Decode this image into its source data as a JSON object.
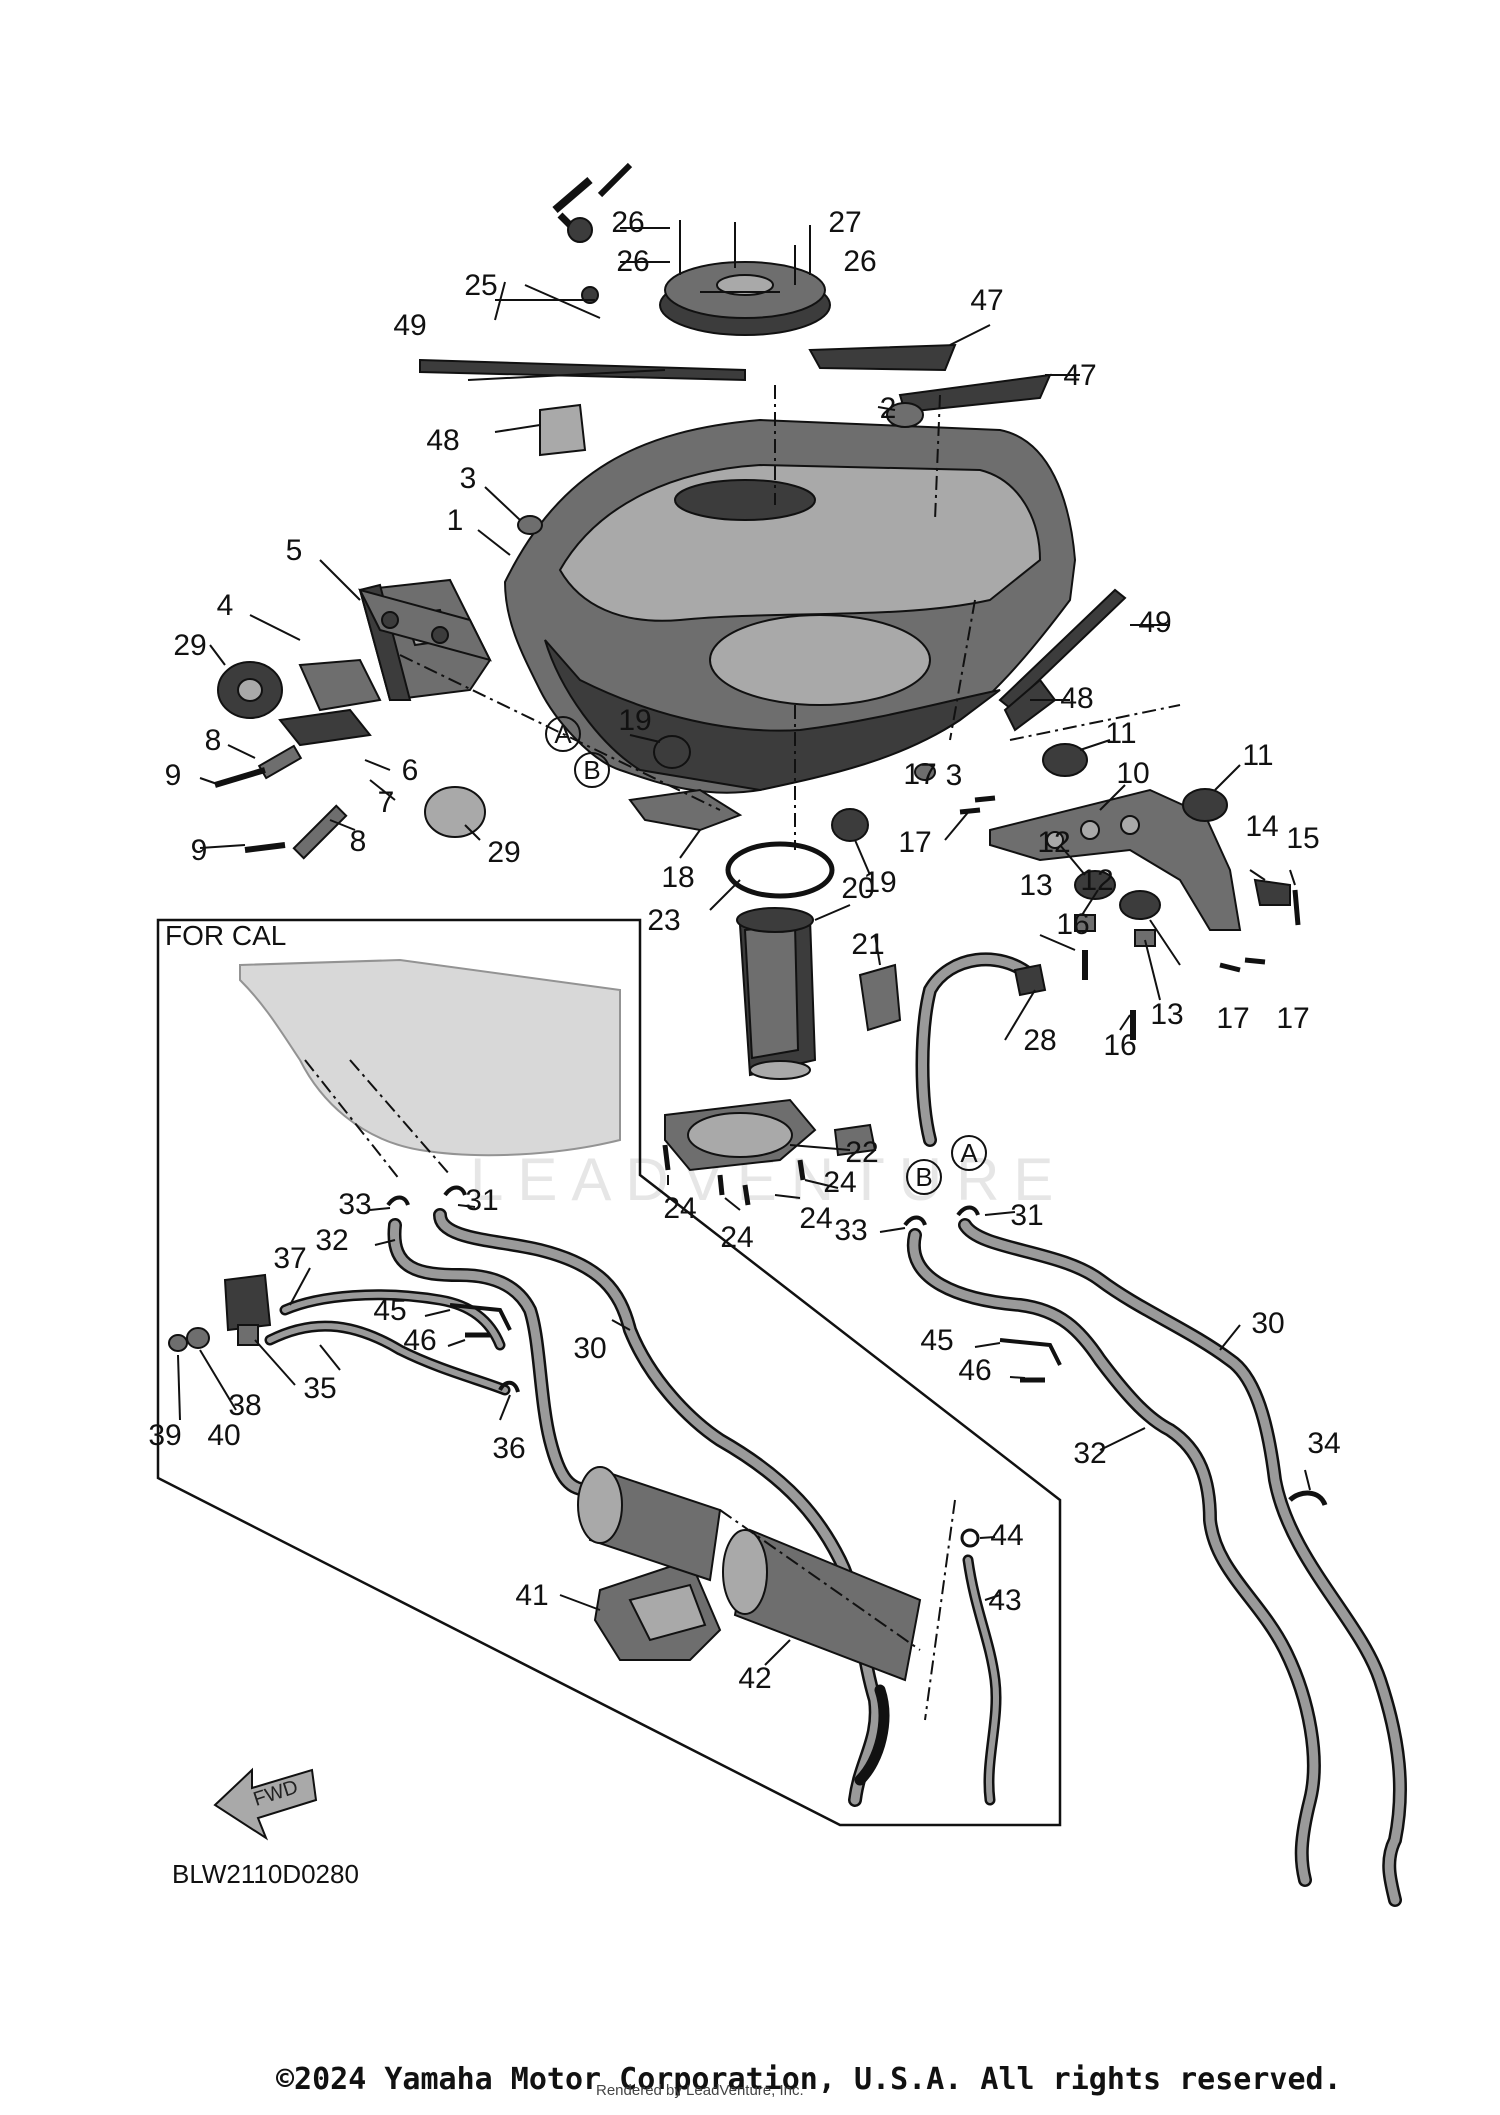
{
  "diagram": {
    "code": "BLW2110D0280",
    "inset_title": "FOR CAL",
    "fwd_label": "FWD",
    "watermark": "LEADVENTURE",
    "callout_letters": [
      "A",
      "B",
      "A",
      "B"
    ],
    "part_labels": [
      "1",
      "2",
      "3",
      "3",
      "4",
      "5",
      "6",
      "7",
      "8",
      "8",
      "9",
      "9",
      "10",
      "11",
      "11",
      "12",
      "12",
      "13",
      "13",
      "14",
      "15",
      "16",
      "16",
      "17",
      "17",
      "17",
      "17",
      "18",
      "19",
      "19",
      "20",
      "21",
      "22",
      "23",
      "24",
      "24",
      "24",
      "24",
      "25",
      "26",
      "26",
      "26",
      "27",
      "28",
      "29",
      "29",
      "30",
      "30",
      "31",
      "31",
      "32",
      "32",
      "33",
      "33",
      "34",
      "35",
      "36",
      "37",
      "38",
      "39",
      "40",
      "41",
      "42",
      "43",
      "44",
      "45",
      "45",
      "46",
      "46",
      "47",
      "47",
      "48",
      "48",
      "49",
      "49"
    ]
  },
  "footer": {
    "copyright": "©2024 Yamaha Motor Corporation, U.S.A. All rights reserved.",
    "rendered_by": "Rendered by LeadVenture, Inc."
  }
}
